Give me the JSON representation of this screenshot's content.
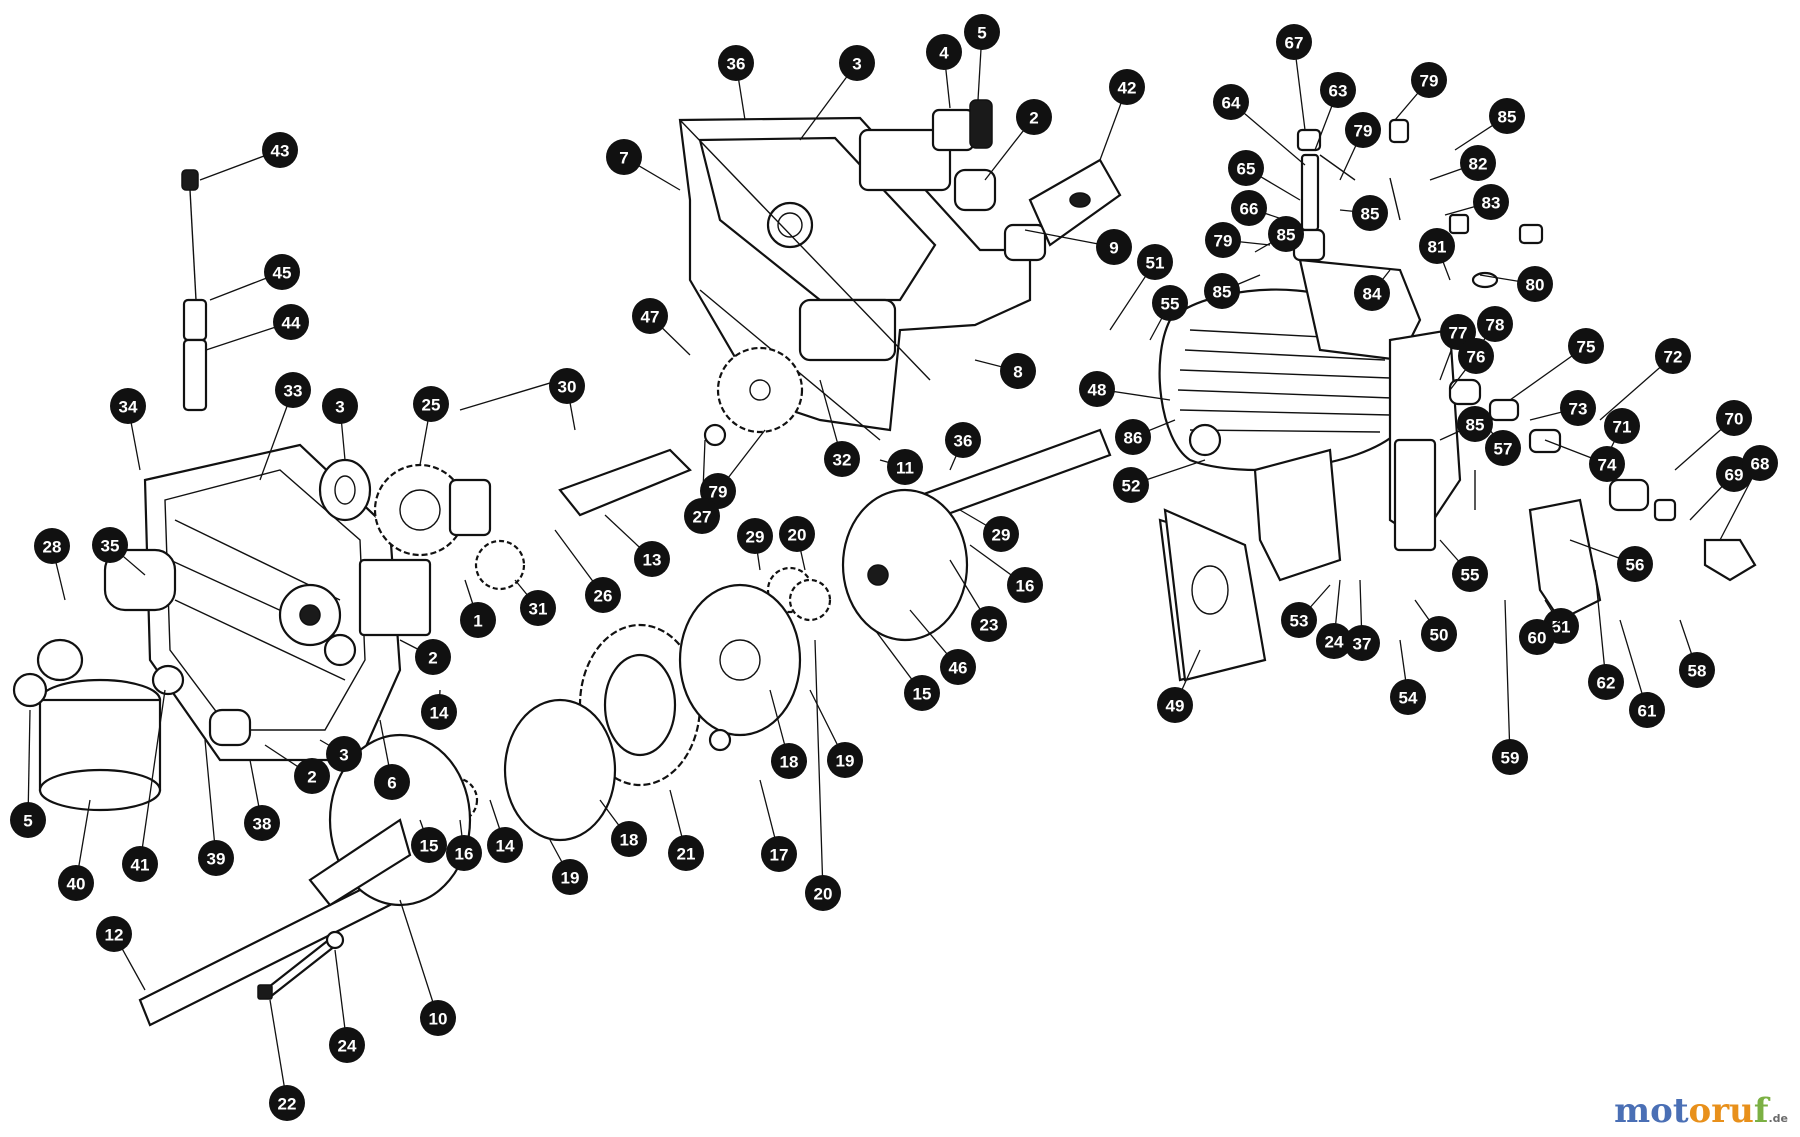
{
  "callouts": [
    "36",
    "3",
    "4",
    "5",
    "2",
    "42",
    "67",
    "63",
    "79",
    "64",
    "65",
    "85",
    "82",
    "79",
    "66",
    "85",
    "83",
    "79",
    "7",
    "9",
    "85",
    "84",
    "81",
    "80",
    "43",
    "51",
    "55",
    "45",
    "85",
    "3",
    "25",
    "30",
    "47",
    "8",
    "48",
    "78",
    "77",
    "76",
    "75",
    "72",
    "44",
    "33",
    "34",
    "86",
    "52",
    "71",
    "74",
    "73",
    "70",
    "69",
    "68",
    "32",
    "36",
    "11",
    "85",
    "57",
    "79",
    "27",
    "29",
    "13",
    "28",
    "35",
    "2",
    "1",
    "31",
    "26",
    "29",
    "20",
    "16",
    "23",
    "24",
    "37",
    "55",
    "53",
    "51",
    "60",
    "56",
    "62",
    "61",
    "58",
    "59",
    "50",
    "54",
    "49",
    "46",
    "15",
    "14",
    "20",
    "18",
    "19",
    "3",
    "5",
    "40",
    "41",
    "39",
    "38",
    "2",
    "6",
    "15",
    "16",
    "14",
    "19",
    "18",
    "21",
    "17",
    "12",
    "10",
    "24",
    "22"
  ],
  "watermark": {
    "brand_part1": "mot",
    "brand_part2": "oru",
    "brand_part3": "f",
    "tld": ".de"
  }
}
